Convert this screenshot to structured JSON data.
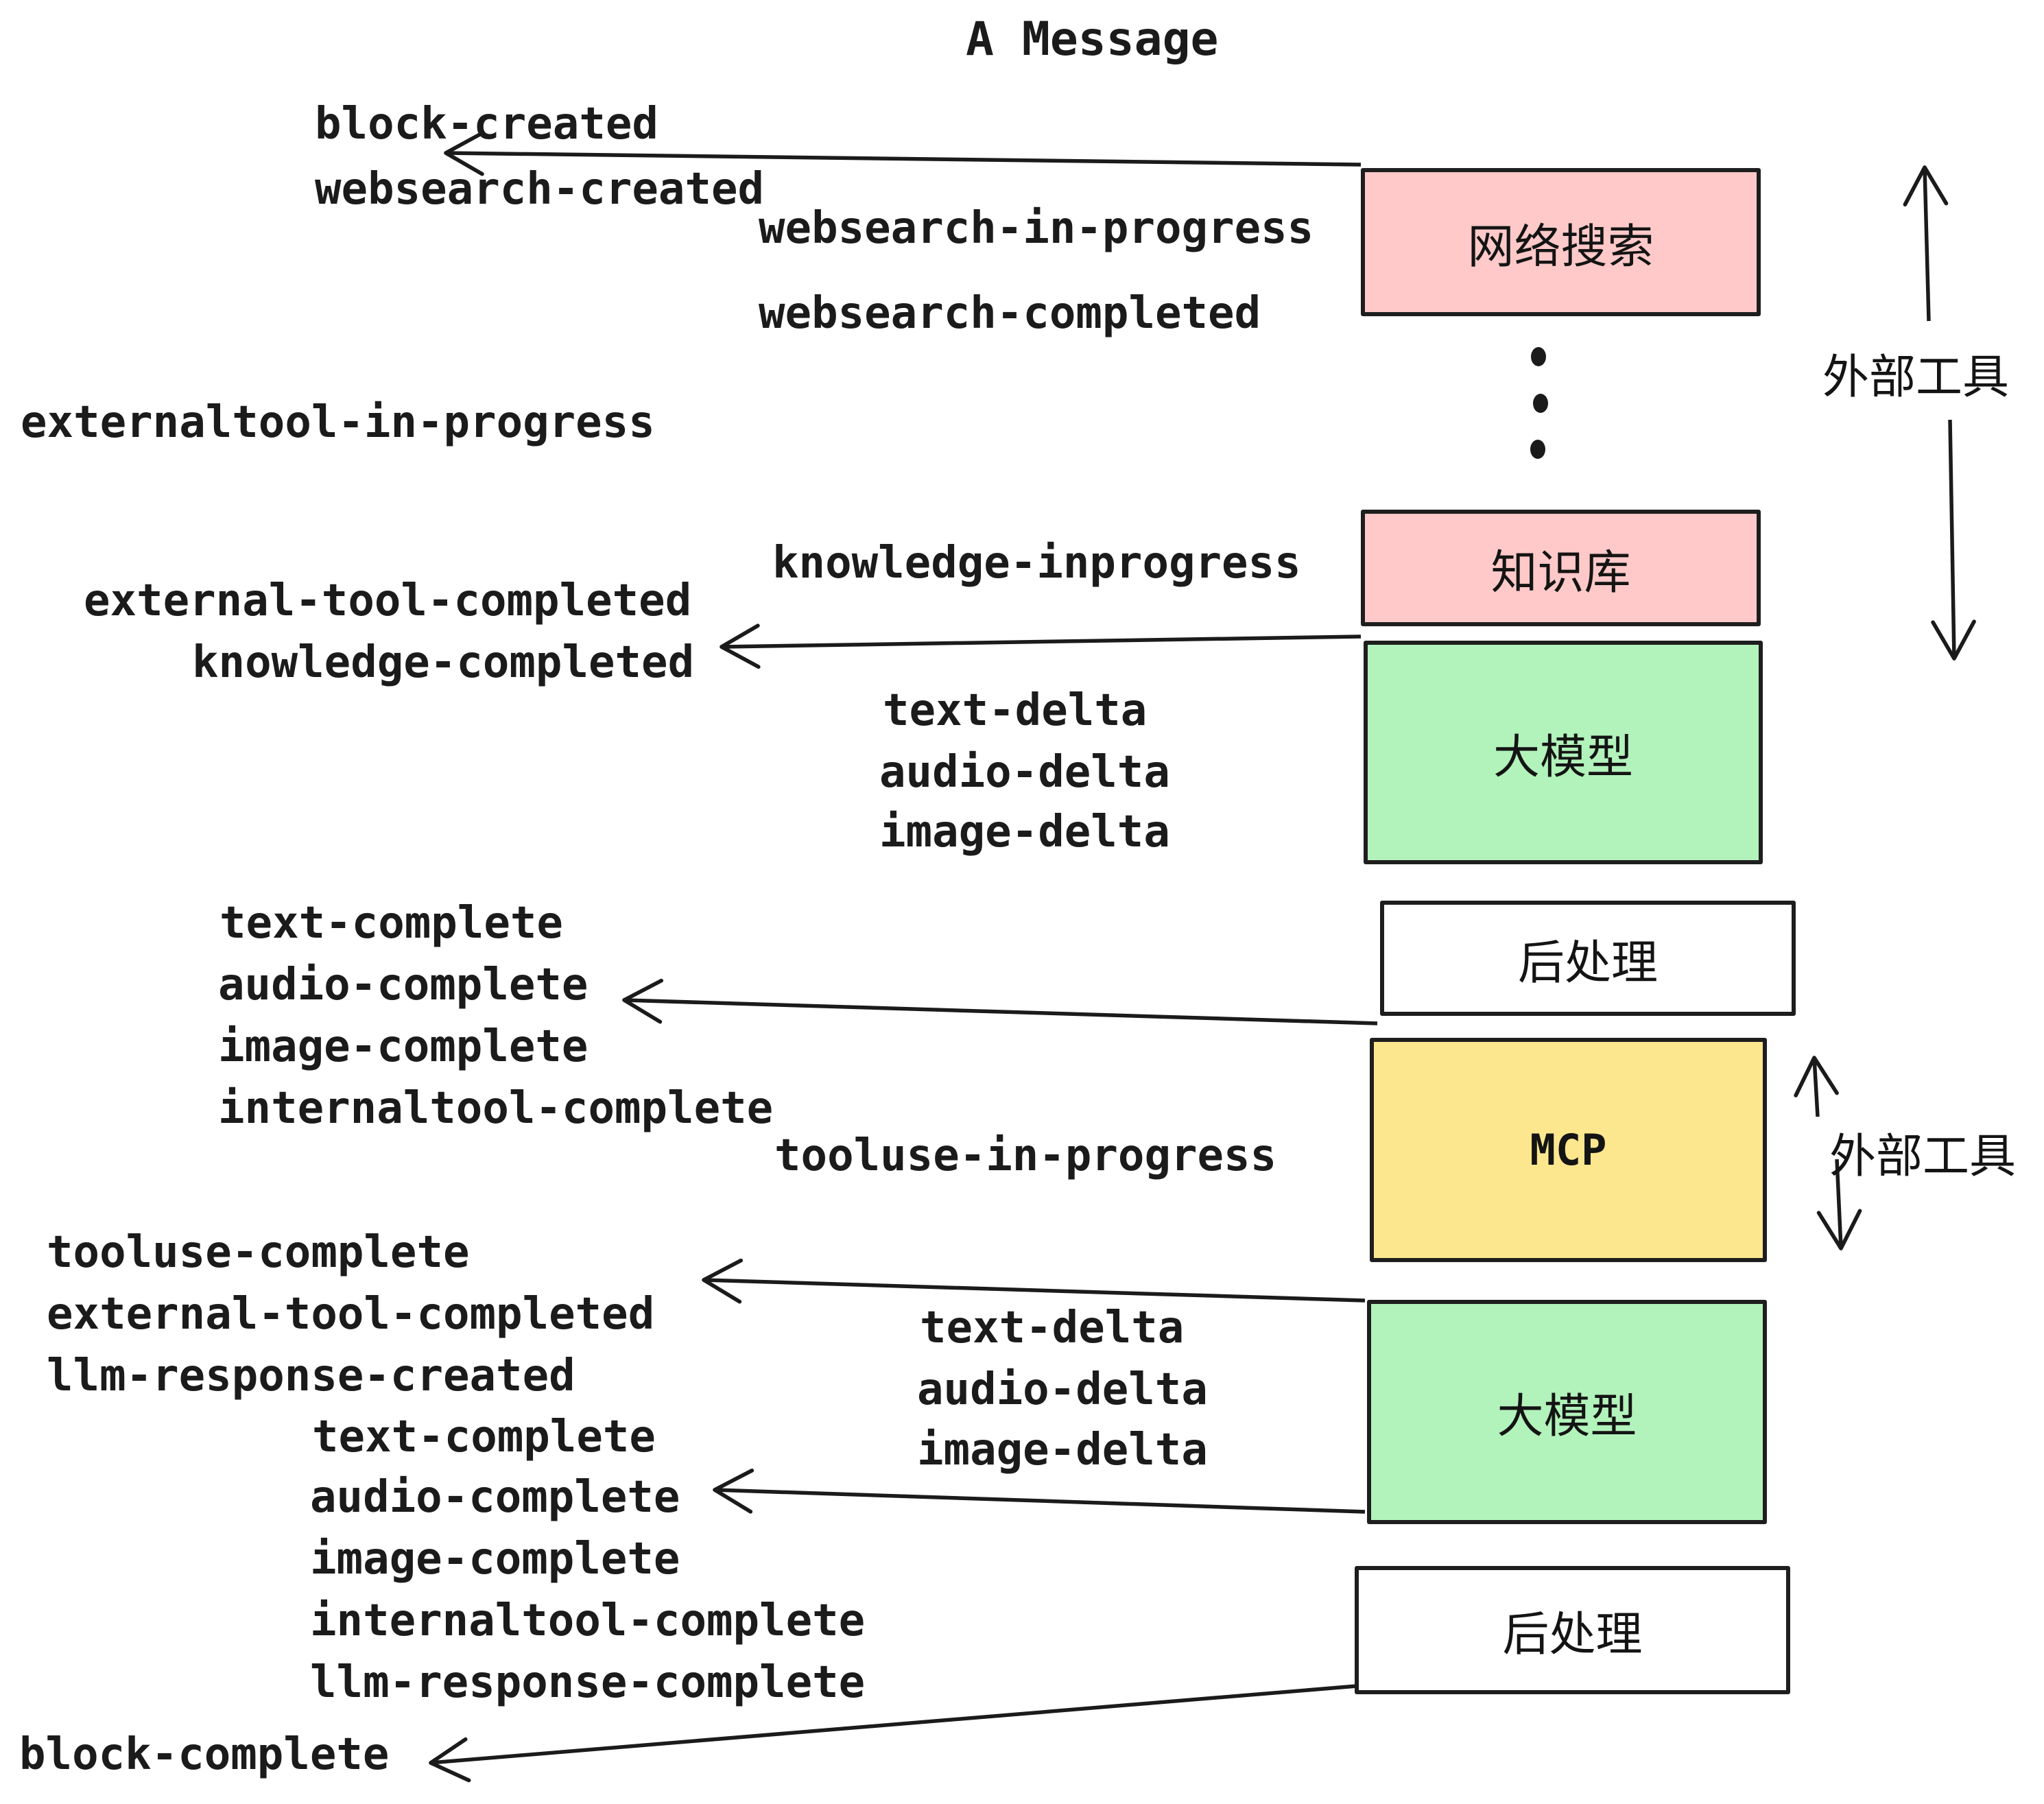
{
  "title": "A Message",
  "events": [
    {
      "id": "block-created",
      "text": "block-created"
    },
    {
      "id": "websearch-created",
      "text": "websearch-created"
    },
    {
      "id": "websearch-in-progress",
      "text": "websearch-in-progress"
    },
    {
      "id": "websearch-completed",
      "text": "websearch-completed"
    },
    {
      "id": "externaltool-in-progress",
      "text": "externaltool-in-progress"
    },
    {
      "id": "knowledge-inprogress",
      "text": "knowledge-inprogress"
    },
    {
      "id": "external-tool-completed-1",
      "text": "external-tool-completed"
    },
    {
      "id": "knowledge-completed",
      "text": "knowledge-completed"
    },
    {
      "id": "text-delta-1",
      "text": "text-delta"
    },
    {
      "id": "audio-delta-1",
      "text": "audio-delta"
    },
    {
      "id": "image-delta-1",
      "text": "image-delta"
    },
    {
      "id": "text-complete-1",
      "text": "text-complete"
    },
    {
      "id": "audio-complete-1",
      "text": "audio-complete"
    },
    {
      "id": "image-complete-1",
      "text": "image-complete"
    },
    {
      "id": "internaltool-complete-1",
      "text": "internaltool-complete"
    },
    {
      "id": "tooluse-in-progress",
      "text": "tooluse-in-progress"
    },
    {
      "id": "tooluse-complete",
      "text": "tooluse-complete"
    },
    {
      "id": "external-tool-completed-2",
      "text": "external-tool-completed"
    },
    {
      "id": "llm-response-created",
      "text": "llm-response-created"
    },
    {
      "id": "text-delta-2",
      "text": "text-delta"
    },
    {
      "id": "audio-delta-2",
      "text": "audio-delta"
    },
    {
      "id": "image-delta-2",
      "text": "image-delta"
    },
    {
      "id": "text-complete-2",
      "text": "text-complete"
    },
    {
      "id": "audio-complete-2",
      "text": "audio-complete"
    },
    {
      "id": "image-complete-2",
      "text": "image-complete"
    },
    {
      "id": "internaltool-complete-2",
      "text": "internaltool-complete"
    },
    {
      "id": "llm-response-complete",
      "text": "llm-response-complete"
    },
    {
      "id": "block-complete",
      "text": "block-complete"
    }
  ],
  "boxes": [
    {
      "id": "websearch",
      "label": "网络搜索",
      "color": "#ffc9c9"
    },
    {
      "id": "knowledge",
      "label": "知识库",
      "color": "#ffc9c9"
    },
    {
      "id": "llm-1",
      "label": "大模型",
      "color": "#b2f2bb"
    },
    {
      "id": "post-1",
      "label": "后处理",
      "color": "#ffffff"
    },
    {
      "id": "mcp",
      "label": "MCP",
      "color": "#fce78f"
    },
    {
      "id": "llm-2",
      "label": "大模型",
      "color": "#b2f2bb"
    },
    {
      "id": "post-2",
      "label": "后处理",
      "color": "#ffffff"
    }
  ],
  "side_labels": [
    {
      "id": "external-tools-top",
      "text": "外部工具"
    },
    {
      "id": "external-tools-bottom",
      "text": "外部工具"
    }
  ],
  "colors": {
    "box_pink": "#ffc9c9",
    "box_green": "#b2f2bb",
    "box_yellow": "#fce78f",
    "box_white": "#ffffff",
    "ink": "#1b1b1b"
  }
}
